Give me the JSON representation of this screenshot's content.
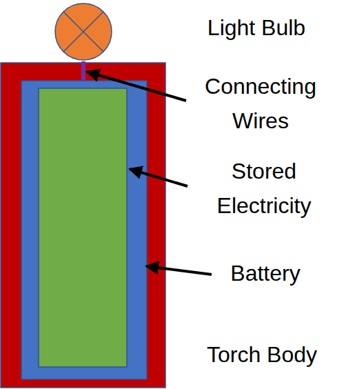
{
  "diagram": {
    "labels": [
      "Light Bulb",
      "Connecting Wires",
      "Stored Electricity",
      "Battery",
      "Torch Body"
    ]
  }
}
